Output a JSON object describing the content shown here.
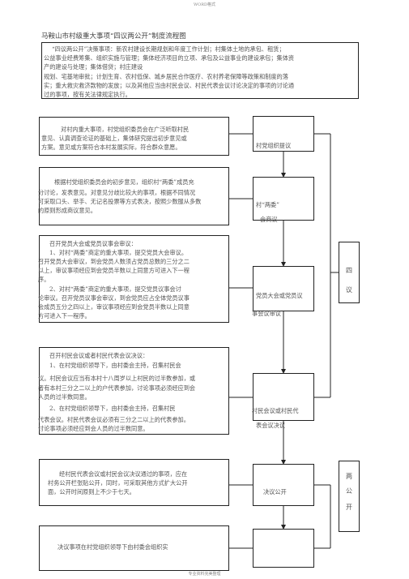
{
  "header": {
    "top_note": "WORD格式"
  },
  "title": "马鞍山市村级重大事项“四议两公开”制度流程图",
  "intro": {
    "lines": [
      "“四议两公开”决策事项：新农村建设长期规划和年度工作计划；村集体土地的承包、租赁；",
      "公益事业经费筹集、组织实施与管理；集体经济项目的立项、承包及公益事业的建设承包；集体资",
      "产的建设与处理；集体借贷；村庄建设",
      "规划、宅基地审批；计划生育、农村低保、城乡居民合作医疗、农村养老保障等政策和制度的落",
      "实；重大救灾救济款物的发放；以及其他应当由村民会议、村民代表会议讨论决定的事项的讨论通",
      "过的事项，按有关法律规定执行。"
    ]
  },
  "steps": [
    {
      "lines": [
        "对村内重大事项，村党组织委员会在广泛听取村民",
        "意见、认真调查论证的基础上，集体研究提出初步意见或",
        "方案。意见或方案符合本村发展实际，符合群众意愿。"
      ],
      "stage": "村党组织提议"
    },
    {
      "lines": [
        "根据村党组织委员会的初步意见，组织村“两委”成员充",
        "分讨论，发表意见。对意见分歧比较大的事项，根据不同情况",
        "可采取口头、举手、无记名投票等方式表决，按照少数服从多数",
        "的原则形成商议意见。"
      ],
      "stage_lines": [
        "村“两委”",
        "会商议"
      ]
    },
    {
      "lines": [
        "召开党员大会或党员议事会审议：",
        "1、对村“两委”商定的重大事项，提交党员大会审议。",
        "召开党员大会审议，到会党员人数须占党员总数的三分之二",
        "以上，审议事项经应到会党员半数以上同意方可进入下一程",
        "序。",
        "2、对村“两委”商定的重大事项，提交党员议事会讨",
        "论审议。召开党员议事会审议，到会党员应占全体党员议事",
        "会成员五分之四以上，审议事项经应到会党员半数以上同意",
        "方可进入下一程序。"
      ],
      "stage_lines": [
        "党员大会或党员议",
        "事会议审议"
      ]
    },
    {
      "lines": [
        "召开村民会议或者村民代表会议决议：",
        "1、在村党组织领导下，由村委会主持，召集村民会",
        "议。村民会议应当有本村十八周岁以上村民的过半数参加，或",
        "者有本村三分之二以上的户代表参加，讨论事项必须经应到会",
        "人员的过半数同意。",
        "2、在村党组织领导下，由村委会主持，召集村民",
        "代表会议。村民代表会议必须有三分之二以上的代表参加。",
        "讨论事项必须经应到会人员的过半数同意。"
      ],
      "stage_lines": [
        "村民会议或村民代",
        "表会议决议"
      ]
    },
    {
      "lines": [
        "经村民代表会议或村民会议决议通过的事项，应在",
        "村务公开栏张贴公开，同时，可采取其他方式扩大公开",
        "面，公开时间原则上不少于七天。"
      ],
      "stage": "决议公开"
    },
    {
      "lines": [
        "决议事项在村党组织领导下由村委会组织实"
      ],
      "stage": ""
    }
  ],
  "side_labels": {
    "four_discussions": [
      "四",
      "议"
    ],
    "two_publics": [
      "两",
      "公",
      "开"
    ]
  },
  "footer": {
    "note": "专业资料完美整理"
  }
}
